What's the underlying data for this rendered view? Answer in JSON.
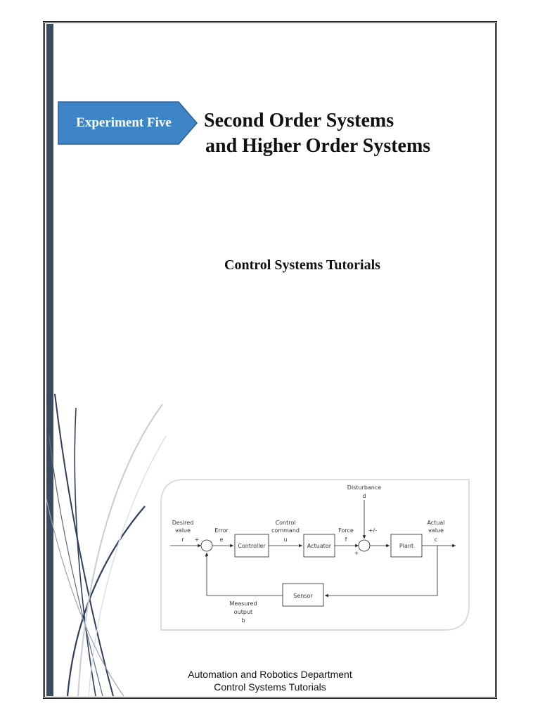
{
  "banner": {
    "label": "Experiment Five",
    "color": "#3d85c6"
  },
  "title": {
    "line1": "Second Order Systems",
    "line2": "and  Higher Order Systems"
  },
  "subtitle": "Control Systems Tutorials",
  "diagram": {
    "disturbance_label": "Disturbance",
    "disturbance_symbol": "d",
    "desired_label_1": "Desired",
    "desired_label_2": "value",
    "desired_symbol": "r",
    "plus1": "+",
    "minus1": "-",
    "error_label": "Error",
    "error_symbol": "e",
    "controller": "Controller",
    "control_label_1": "Control",
    "control_label_2": "command",
    "control_symbol": "u",
    "actuator": "Actuator",
    "force_label": "Force",
    "force_symbol": "f",
    "plus_minus": "+/-",
    "plus2": "+",
    "plant": "Plant",
    "actual_label_1": "Actual",
    "actual_label_2": "value",
    "actual_symbol": "c",
    "sensor": "Sensor",
    "measured_label_1": "Measured",
    "measured_label_2": "output",
    "measured_symbol": "b"
  },
  "footer": {
    "line1": "Automation and Robotics Department",
    "line2": "Control Systems Tutorials"
  }
}
